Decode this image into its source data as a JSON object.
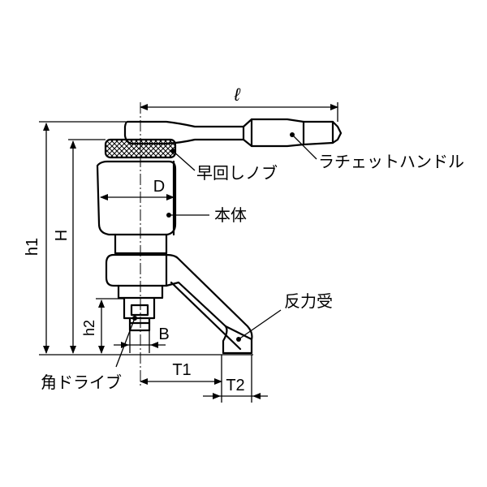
{
  "labels": {
    "ratchet_handle": "ラチェットハンドル",
    "quick_knob": "早回しノブ",
    "body": "本体",
    "reaction_arm": "反力受",
    "square_drive": "角ドライブ"
  },
  "dimensions": {
    "l": "ℓ",
    "d": "D",
    "h1": "h1",
    "h": "H",
    "h2": "h2",
    "b": "B",
    "t1": "T1",
    "t2": "T2"
  }
}
